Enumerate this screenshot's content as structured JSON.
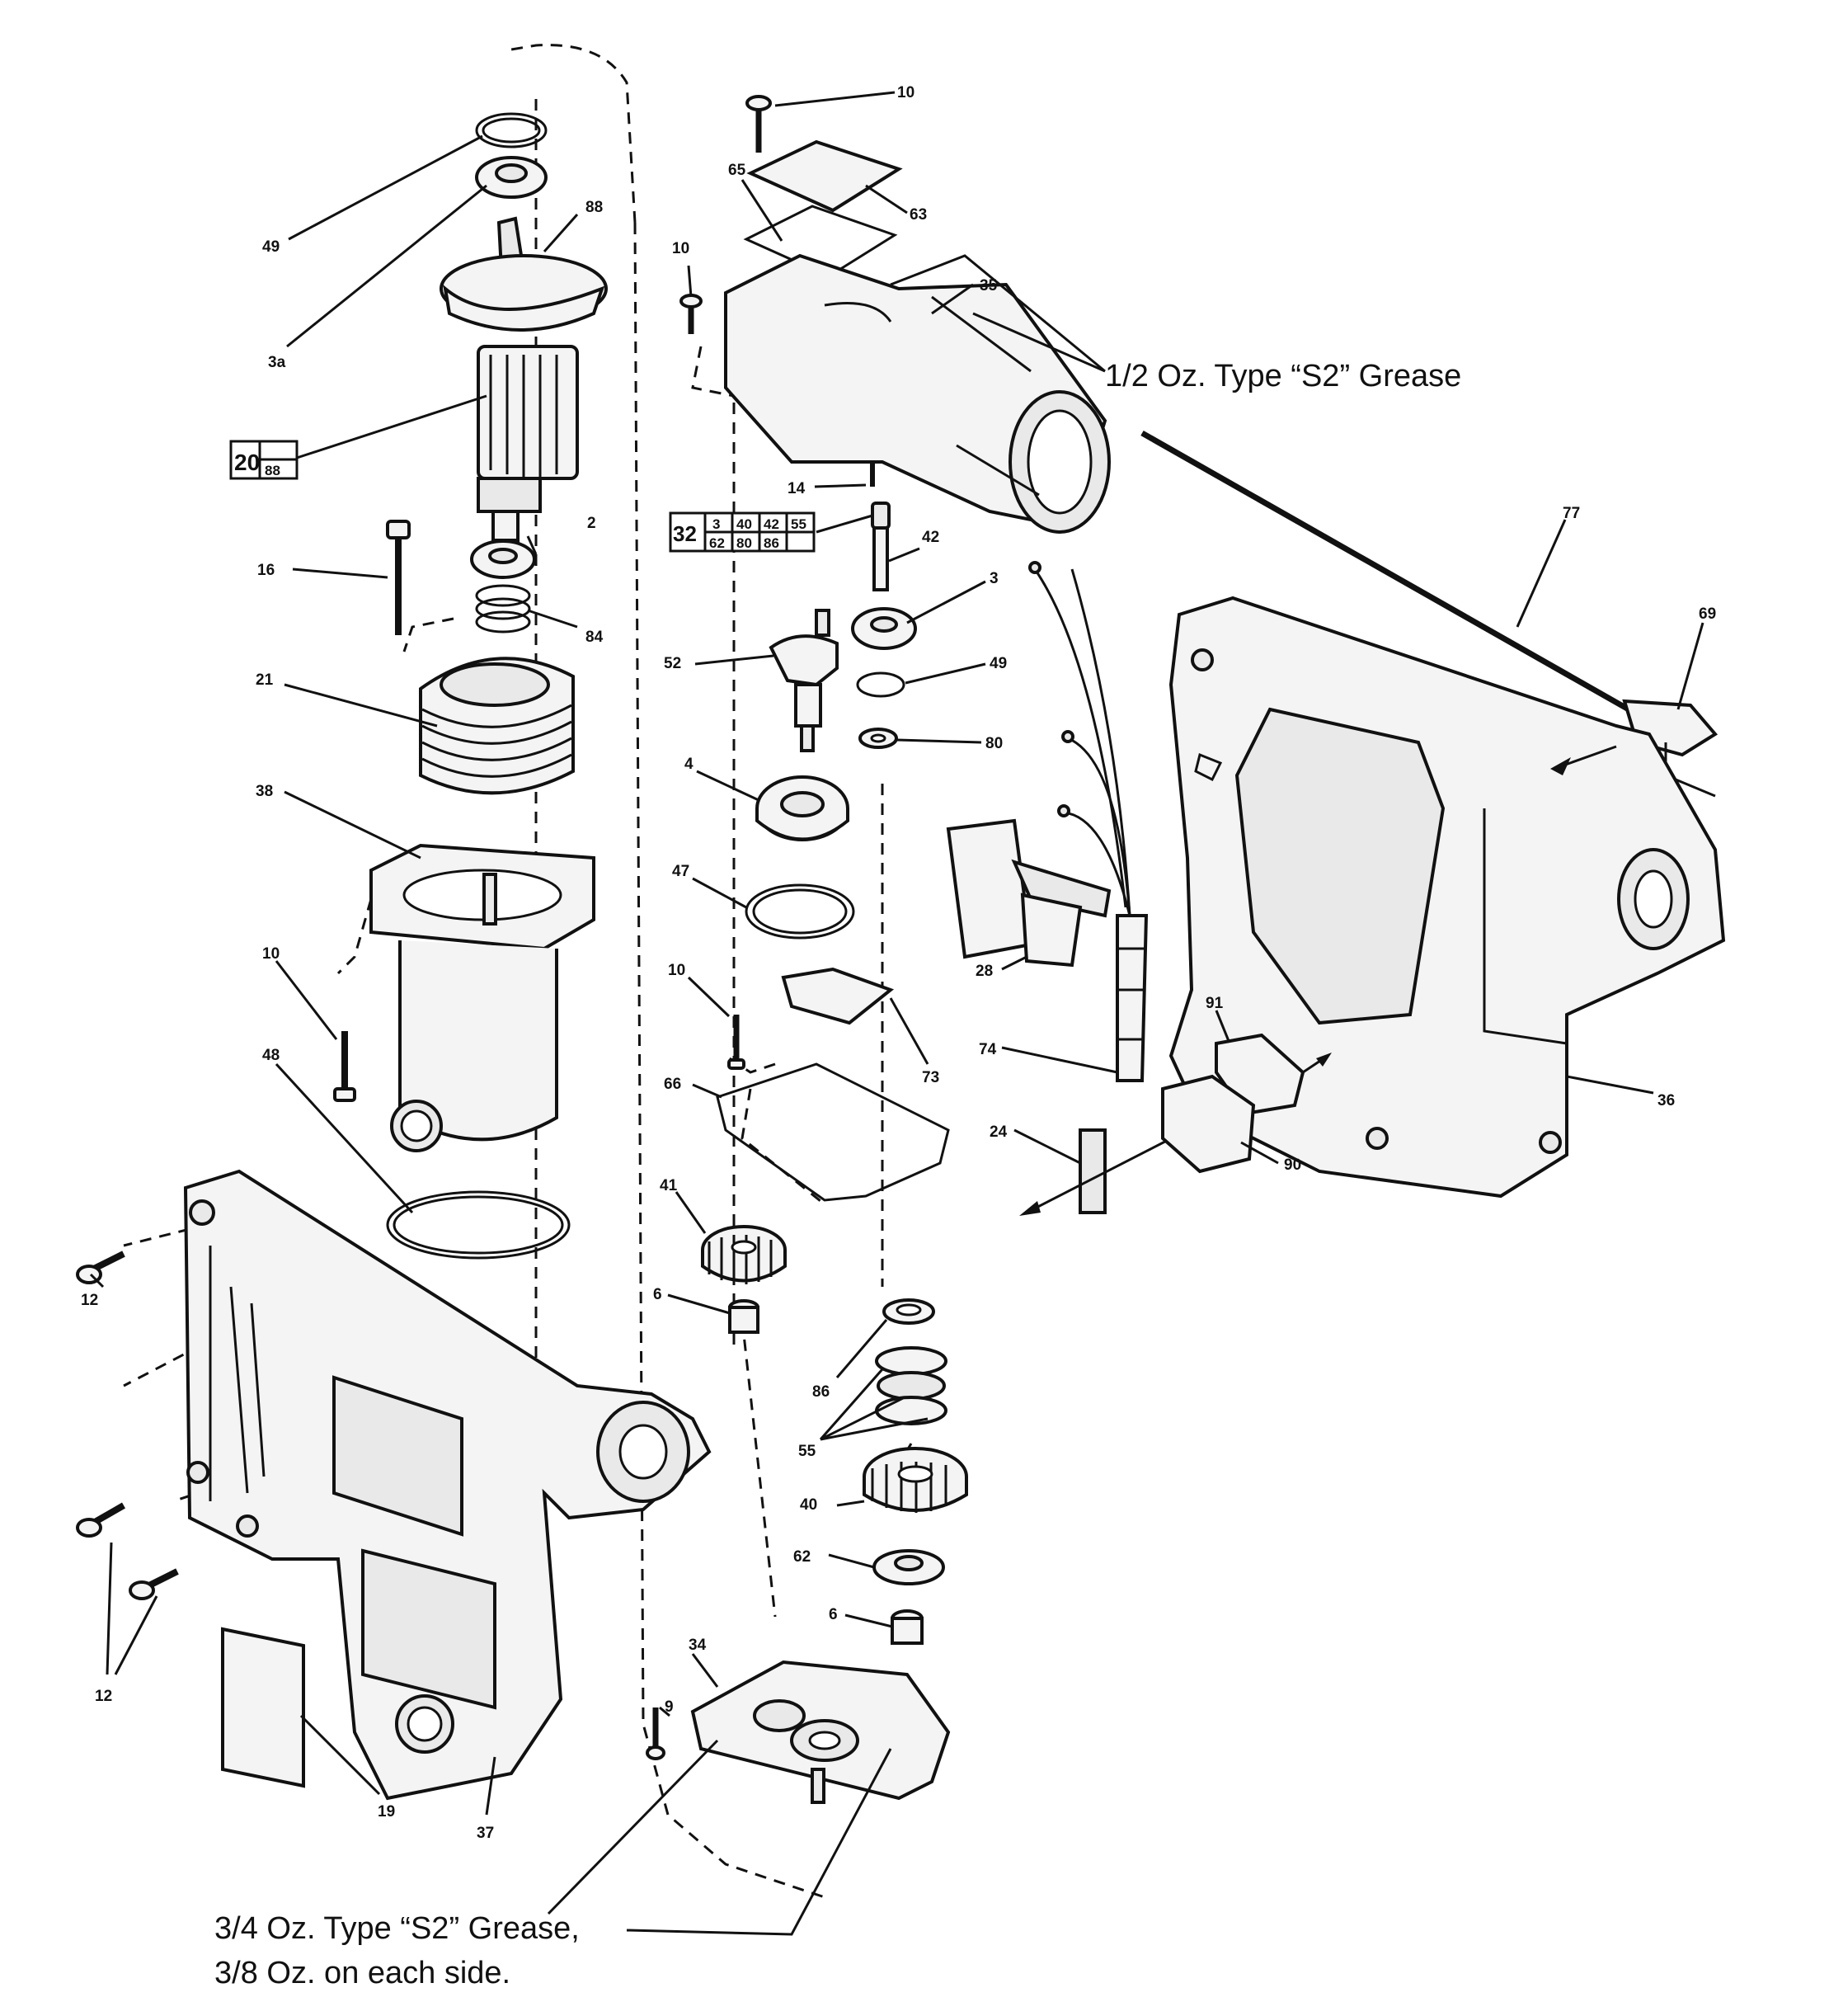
{
  "callouts": [
    {
      "id": "49a",
      "text": "49"
    },
    {
      "id": "3a",
      "text": "3a"
    },
    {
      "id": "88",
      "text": "88"
    },
    {
      "id": "2",
      "text": "2"
    },
    {
      "id": "16",
      "text": "16"
    },
    {
      "id": "84",
      "text": "84"
    },
    {
      "id": "21",
      "text": "21"
    },
    {
      "id": "38",
      "text": "38"
    },
    {
      "id": "10a",
      "text": "10"
    },
    {
      "id": "48",
      "text": "48"
    },
    {
      "id": "12a",
      "text": "12"
    },
    {
      "id": "12b",
      "text": "12"
    },
    {
      "id": "19",
      "text": "19"
    },
    {
      "id": "37",
      "text": "37"
    },
    {
      "id": "10b",
      "text": "10"
    },
    {
      "id": "65",
      "text": "65"
    },
    {
      "id": "63",
      "text": "63"
    },
    {
      "id": "10c",
      "text": "10"
    },
    {
      "id": "35",
      "text": "35"
    },
    {
      "id": "14",
      "text": "14"
    },
    {
      "id": "42",
      "text": "42"
    },
    {
      "id": "3",
      "text": "3"
    },
    {
      "id": "52",
      "text": "52"
    },
    {
      "id": "49b",
      "text": "49"
    },
    {
      "id": "80",
      "text": "80"
    },
    {
      "id": "4",
      "text": "4"
    },
    {
      "id": "47",
      "text": "47"
    },
    {
      "id": "10d",
      "text": "10"
    },
    {
      "id": "73",
      "text": "73"
    },
    {
      "id": "66",
      "text": "66"
    },
    {
      "id": "41",
      "text": "41"
    },
    {
      "id": "6a",
      "text": "6"
    },
    {
      "id": "86",
      "text": "86"
    },
    {
      "id": "55",
      "text": "55"
    },
    {
      "id": "40",
      "text": "40"
    },
    {
      "id": "62",
      "text": "62"
    },
    {
      "id": "6b",
      "text": "6"
    },
    {
      "id": "34",
      "text": "34"
    },
    {
      "id": "9",
      "text": "9"
    },
    {
      "id": "77",
      "text": "77"
    },
    {
      "id": "69",
      "text": "69"
    },
    {
      "id": "28",
      "text": "28"
    },
    {
      "id": "74",
      "text": "74"
    },
    {
      "id": "24",
      "text": "24"
    },
    {
      "id": "91",
      "text": "91"
    },
    {
      "id": "90",
      "text": "90"
    },
    {
      "id": "36",
      "text": "36"
    }
  ],
  "notes": {
    "top_grease": "1/2 Oz. Type “S2” Grease",
    "bottom_grease_line1": "3/4 Oz. Type “S2” Grease,",
    "bottom_grease_line2": "3/8 Oz. on each side."
  },
  "kit_boxes": {
    "armature": {
      "main": "20",
      "sub": "88"
    },
    "gear_kit": {
      "main": "32",
      "row1": [
        "3",
        "40",
        "42",
        "55"
      ],
      "row2": [
        "62",
        "80",
        "86",
        ""
      ]
    }
  }
}
